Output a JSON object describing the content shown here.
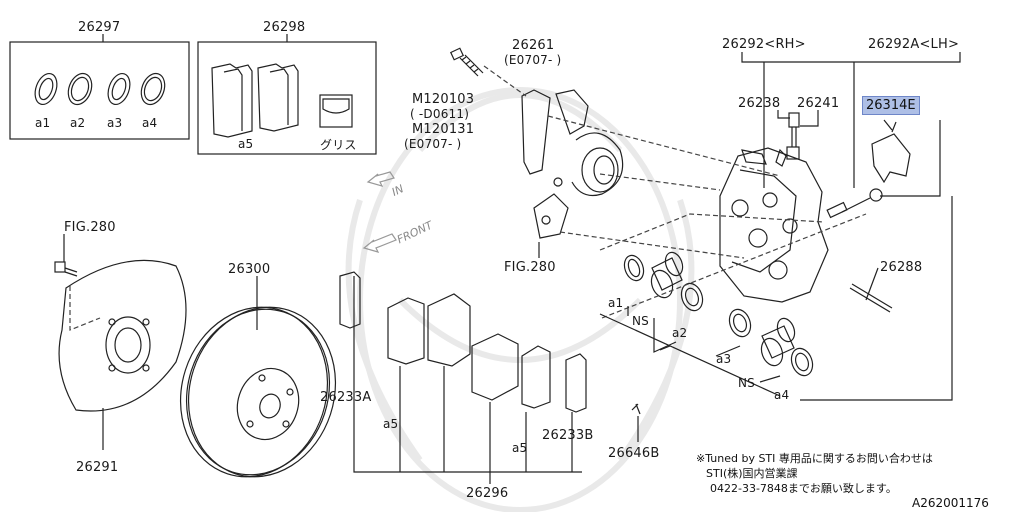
{
  "labels": {
    "p26297": "26297",
    "p26298": "26298",
    "p26261": "26261",
    "p26261_note": "(E0707- )",
    "m120103": "M120103",
    "m120103_note": "( -D0611)",
    "m120131": "M120131",
    "m120131_note": "(E0707- )",
    "p26292": "26292<RH>",
    "p26292a": "26292A<LH>",
    "p26238": "26238",
    "p26241": "26241",
    "p26314e": "26314E",
    "fig280_top": "FIG.280",
    "fig280_mid": "FIG.280",
    "p26300": "26300",
    "p26288": "26288",
    "p26291": "26291",
    "p26233a": "26233A",
    "p26233b": "26233B",
    "p26646b": "26646B",
    "p26296": "26296",
    "a1": "a1",
    "a2": "a2",
    "a3": "a3",
    "a4": "a4",
    "a5": "a5",
    "ns": "NS",
    "grease": "グリス",
    "in": "IN",
    "front": "FRONT"
  },
  "note": {
    "line1": "※Tuned by STI 専用品に関するお問い合わせは",
    "line2": "STI(株)国内営業課",
    "line3": "0422-33-7848までお願い致します。"
  },
  "catalog_id": "A262001176",
  "colors": {
    "highlight": "#aebfe6",
    "line": "#222222"
  }
}
